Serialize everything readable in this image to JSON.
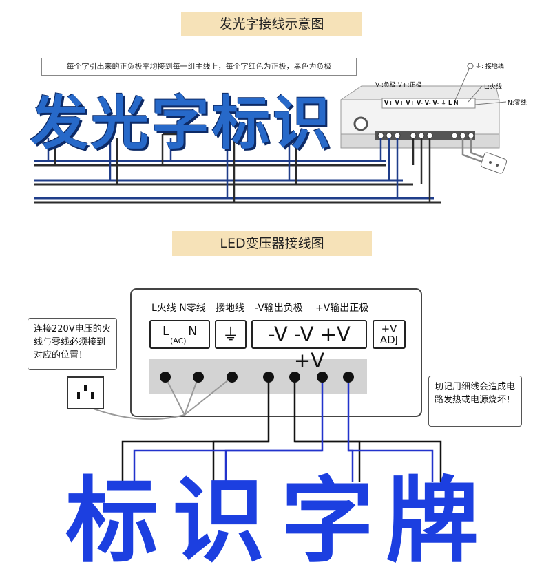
{
  "top_section": {
    "title": "发光字接线示意图",
    "note": "每个字引出来的正负极平均接到每一组主线上，每个字红色为正极，黑色为负极",
    "sign_text": "发光字标识",
    "psu_labels": {
      "neg_pos": "V-:负极  V+:正极",
      "ground": "⏚: 接地线",
      "live": "L:火线",
      "neutral": "N:零线"
    },
    "terminal_strip": "V+ V+ V+  V- V- V-  ⏚  L  N"
  },
  "bottom_section": {
    "title": "LED变压器接线图",
    "header_labels": {
      "ln": "L火线 N零线",
      "ground": "接地线",
      "neg": "-V输出负极",
      "pos": "+V输出正极"
    },
    "terminals": {
      "l": "L",
      "n": "N",
      "ac": "(AC)",
      "ground_symbol": "⏚",
      "neg": "-V -V",
      "pos": "+V +V",
      "adj_top": "+V",
      "adj_bottom": "ADJ"
    },
    "left_note": "连接220V电压的火线与零线必须接到对应的位置！",
    "right_note": "切记用细线会造成电路发热或电源烧坏！",
    "sign_text": [
      "标",
      "识",
      "字",
      "牌"
    ]
  },
  "colors": {
    "title_bg": "#f6e2b8",
    "sign_top": "#2769c9",
    "sign_bottom": "#1c3fe0",
    "wire_blue": "#2233cc",
    "wire_black": "#111111"
  }
}
